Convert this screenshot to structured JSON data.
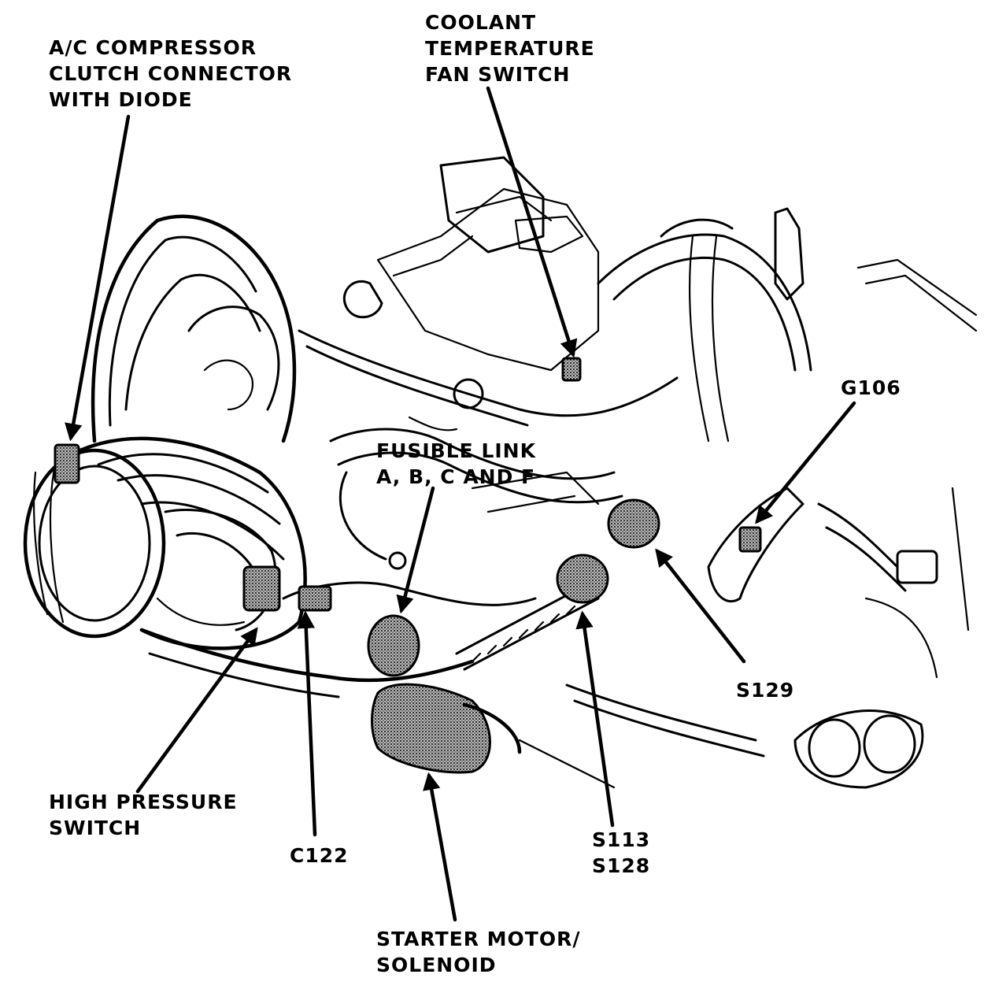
{
  "labels": {
    "ac_compressor": [
      "A/C COMPRESSOR",
      "CLUTCH CONNECTOR",
      "WITH DIODE"
    ],
    "coolant": [
      "COOLANT",
      "TEMPERATURE",
      "FAN SWITCH"
    ],
    "fusible_link": [
      "FUSIBLE LINK",
      "A, B, C AND F"
    ],
    "g106": "G106",
    "s129": "S129",
    "high_pressure": [
      "HIGH PRESSURE",
      "SWITCH"
    ],
    "c122": "C122",
    "s113_s128": [
      "S113",
      "S128"
    ],
    "starter": [
      "STARTER MOTOR/",
      "SOLENOID"
    ]
  },
  "colors": {
    "ink": "#000000",
    "background": "#ffffff",
    "shading": "#555555"
  }
}
